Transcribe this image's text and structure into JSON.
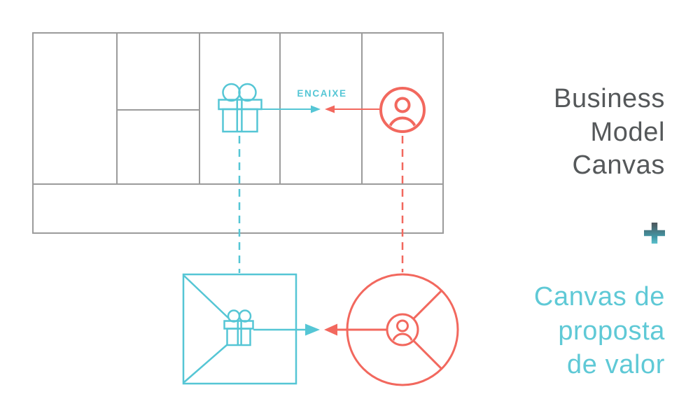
{
  "colors": {
    "teal": "#55C6D5",
    "text_teal": "#5FC9D6",
    "coral": "#F2685E",
    "grid_gray": "#9B9B9B",
    "title_gray": "#55585A",
    "plus_dark": "#4D555A",
    "plus_teal": "#4399A8",
    "plus_light": "#5BC0CC"
  },
  "diagram": {
    "fit_label": "ENCAIXE",
    "bmc_grid": {
      "columns": 5,
      "column2_has_horizontal_split": true,
      "full_width_bottom_row": true
    },
    "icons": {
      "gift": "gift-icon",
      "person": "person-icon",
      "value_map": "value-map-square",
      "customer_profile": "customer-profile-circle",
      "plus": "+"
    }
  },
  "right_panel": {
    "title": "Business\nModel\nCanvas",
    "subtitle": "Canvas de\nproposta\nde valor"
  }
}
